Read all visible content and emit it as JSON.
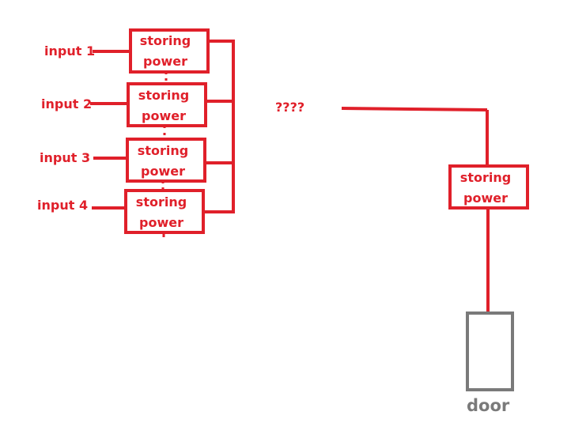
{
  "inputs": [
    {
      "label": "input 1",
      "box_line1": "storing",
      "box_line2": "power"
    },
    {
      "label": "input 2",
      "box_line1": "storing",
      "box_line2": "power"
    },
    {
      "label": "input 3",
      "box_line1": "storing",
      "box_line2": "power"
    },
    {
      "label": "input 4",
      "box_line1": "storing",
      "box_line2": "power"
    }
  ],
  "unknown_label": "????",
  "output_box": {
    "line1": "storing",
    "line2": "power"
  },
  "door_label": "door",
  "colors": {
    "wire": "#e0202a",
    "door": "#7a7a7a",
    "background": "#ffffff"
  }
}
